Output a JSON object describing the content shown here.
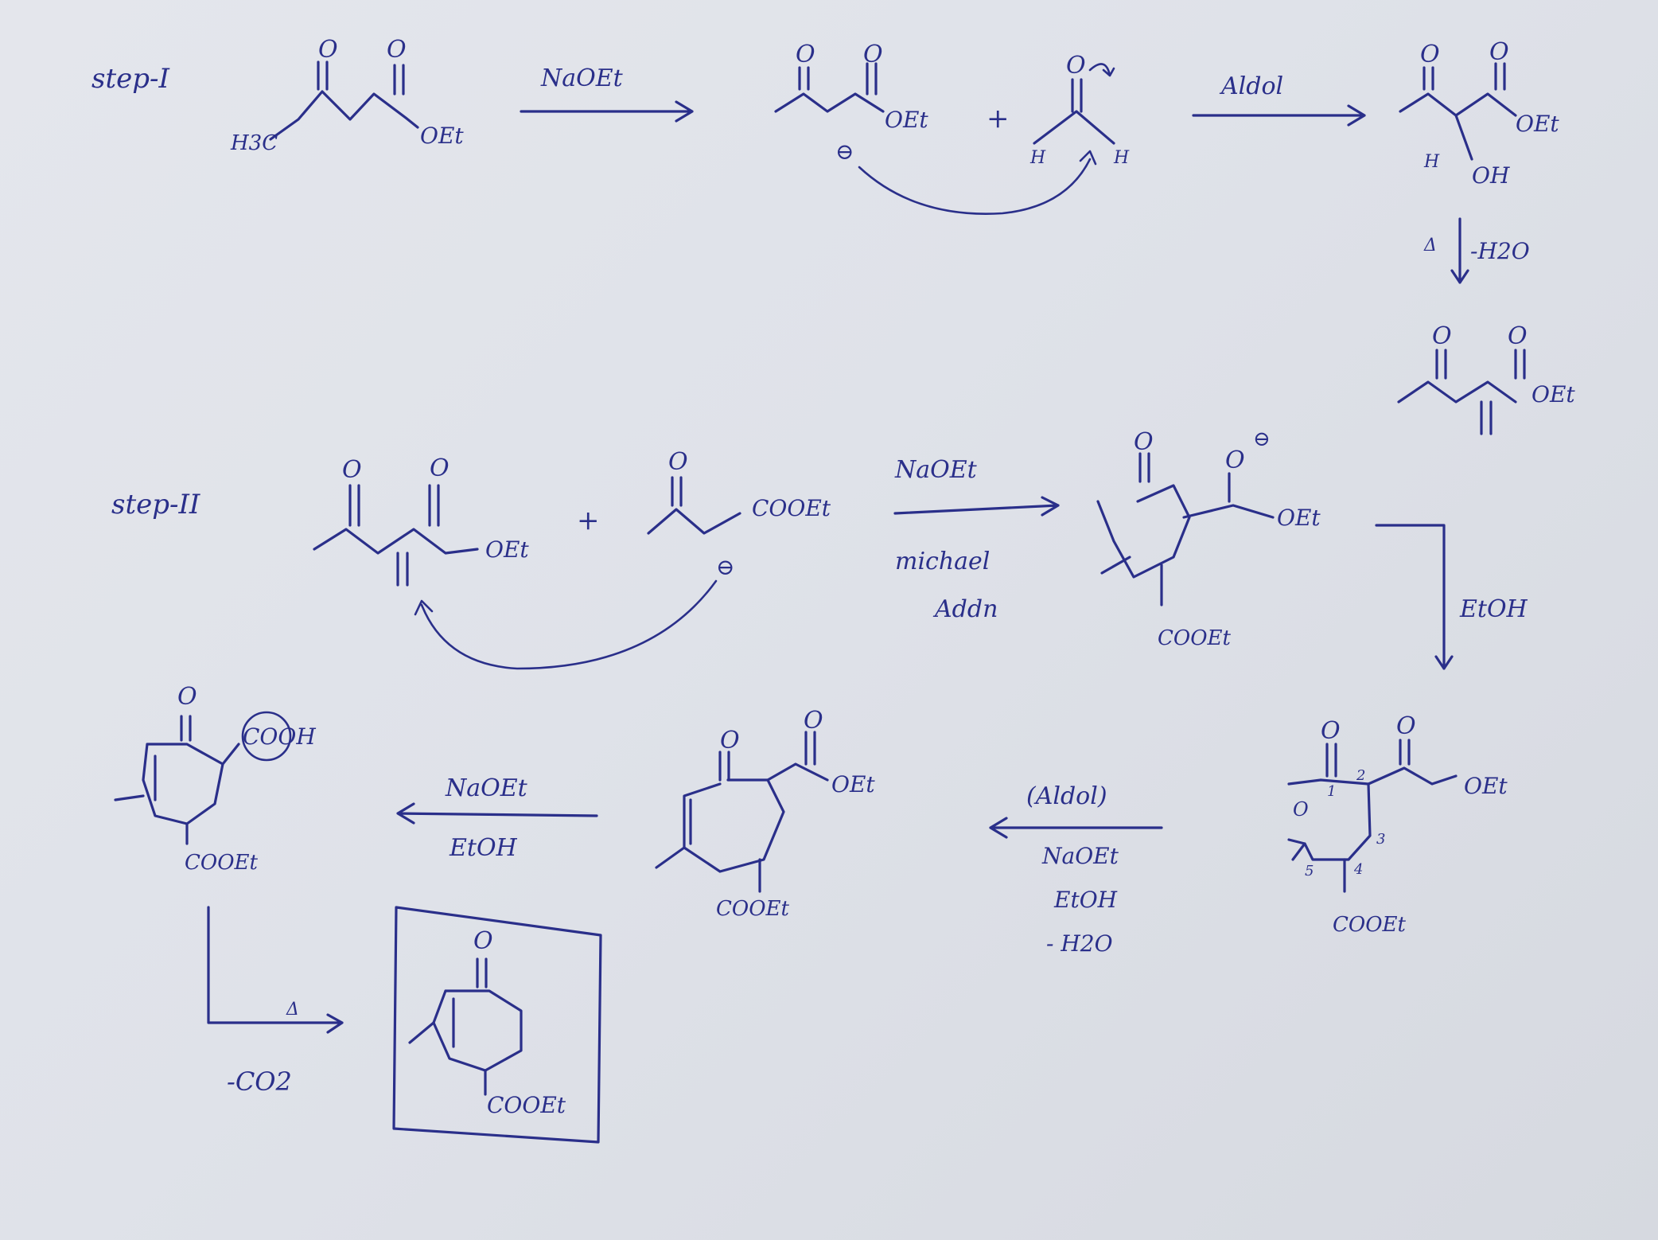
{
  "step1": {
    "label": "step-I",
    "reactant": {
      "methyl": "H3C",
      "o1": "O",
      "o2": "O",
      "ester": "OEt"
    },
    "reagent": "NaOEt",
    "enolate": {
      "o1": "O",
      "o2": "O",
      "ester": "OEt",
      "charge": "⊖"
    },
    "plus": "+",
    "formaldehyde": {
      "o": "O",
      "h1": "H",
      "h2": "H"
    },
    "aldol_label": "Aldol",
    "aldol_product": {
      "o1": "O",
      "o2": "O",
      "ester": "OEt",
      "h": "H",
      "oh": "OH"
    },
    "dehydration": {
      "heat": "Δ",
      "loss": "-H2O"
    },
    "enone": {
      "o1": "O",
      "o2": "O",
      "ester": "OEt"
    }
  },
  "step2": {
    "label": "step-II",
    "michael_acceptor": {
      "o1": "O",
      "o2": "O",
      "ester": "OEt"
    },
    "plus": "+",
    "donor": {
      "o": "O",
      "ester": "COOEt",
      "charge": "⊖"
    },
    "reagent": "NaOEt",
    "condition_1": "michael",
    "condition_2": "Addn",
    "adduct": {
      "o1": "O",
      "o2": "O",
      "charge": "⊖",
      "ester": "OEt",
      "ring_ester": "COOEt"
    },
    "etoh": "EtOH",
    "diketone": {
      "o1": "O",
      "o2": "O",
      "o3": "O",
      "ester": "OEt",
      "ring_ester": "COOEt",
      "n1": "1",
      "n2": "2",
      "n3": "3",
      "n4": "4",
      "n5": "5"
    },
    "aldol_label": "(Aldol)",
    "aldol_reagent": "NaOEt",
    "aldol_solvent": "EtOH",
    "aldol_loss": "- H2O",
    "cyclized": {
      "o1": "O",
      "o2": "O",
      "ester": "OEt",
      "ring_ester": "COOEt"
    },
    "hydrolysis_reagent": "NaOEt",
    "hydrolysis_solvent": "EtOH",
    "acid": {
      "o": "O",
      "cooh": "COOH",
      "ring_ester": "COOEt"
    },
    "decarb_heat": "Δ",
    "decarb_loss": "-CO2",
    "final_product": {
      "o": "O",
      "ring_ester": "COOEt"
    }
  }
}
